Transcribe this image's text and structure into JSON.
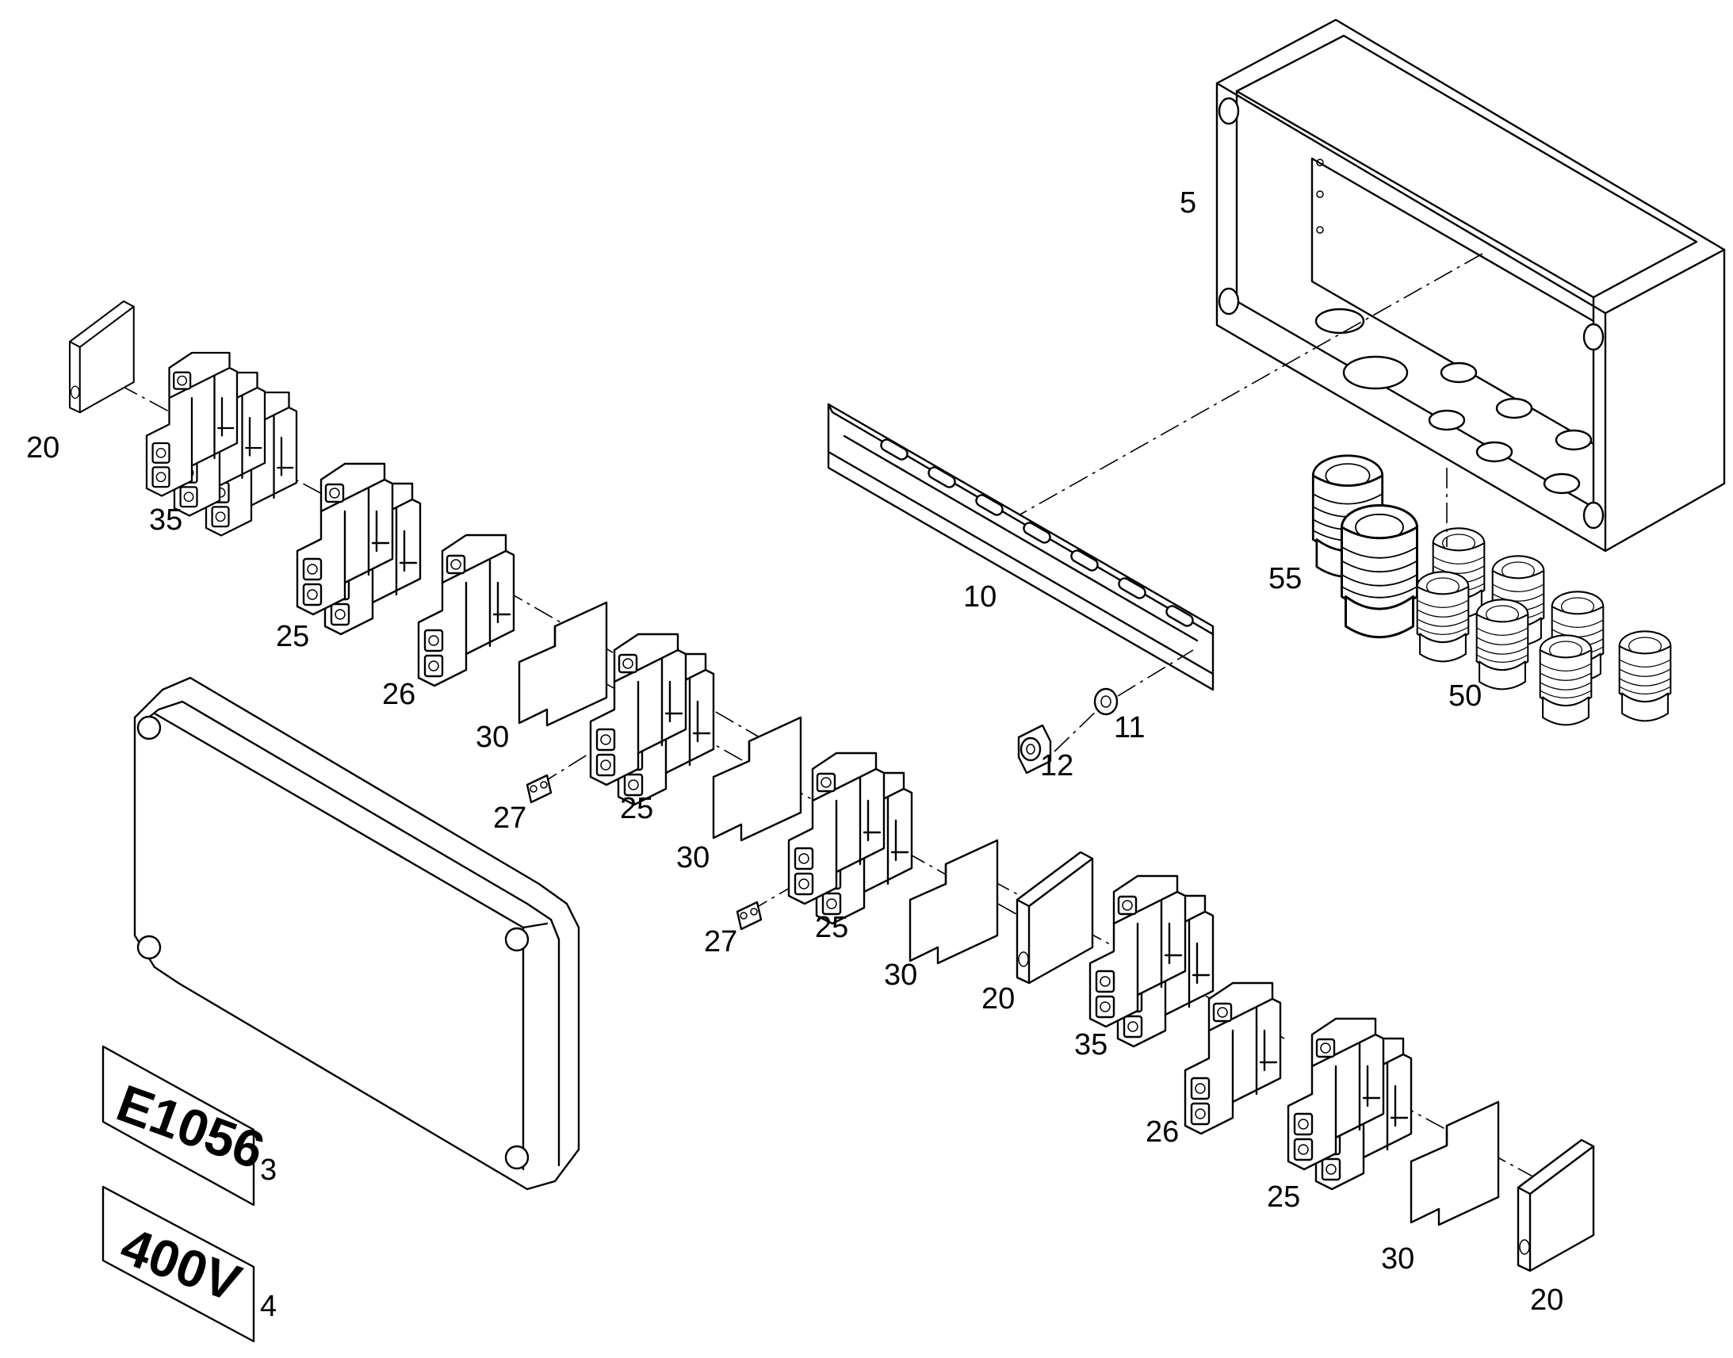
{
  "labels": {
    "lid_plate": "3",
    "voltage_plate": "4",
    "enclosure": "5",
    "din_rail": "10",
    "washer": "11",
    "screw": "12",
    "end_plate_a": "20",
    "end_plate_b": "20",
    "end_plate_c": "20",
    "terminal_25_a": "25",
    "terminal_25_b": "25",
    "terminal_25_c": "25",
    "terminal_25_d": "25",
    "terminal_26_a": "26",
    "terminal_26_b": "26",
    "bridge_27_a": "27",
    "bridge_27_b": "27",
    "separator_30_a": "30",
    "separator_30_b": "30",
    "separator_30_c": "30",
    "separator_30_d": "30",
    "terminal_35_a": "35",
    "terminal_35_b": "35",
    "gland_small": "50",
    "gland_large": "55"
  },
  "plates": {
    "code": "E1056",
    "voltage": "400V"
  }
}
